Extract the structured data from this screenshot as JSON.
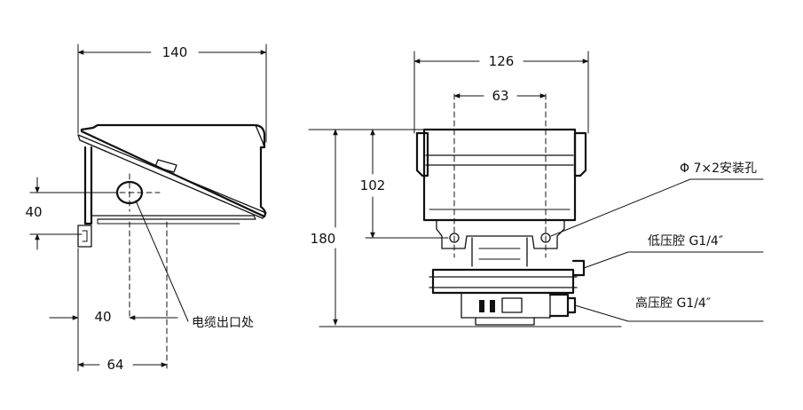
{
  "dimensions": {
    "side_width": "140",
    "side_height": "40",
    "side_offset_a": "40",
    "side_offset_b": "64",
    "front_width": "126",
    "hole_spacing": "63",
    "upper_height": "102",
    "total_height": "180"
  },
  "labels": {
    "cable_outlet": "电缆出口处",
    "mounting_holes": "Φ 7×2安装孔",
    "low_pressure_port": "低压腔 G1/4″",
    "high_pressure_port": "高压腔 G1/4″"
  },
  "colors": {
    "ink": "#111111",
    "paper": "#ffffff"
  }
}
